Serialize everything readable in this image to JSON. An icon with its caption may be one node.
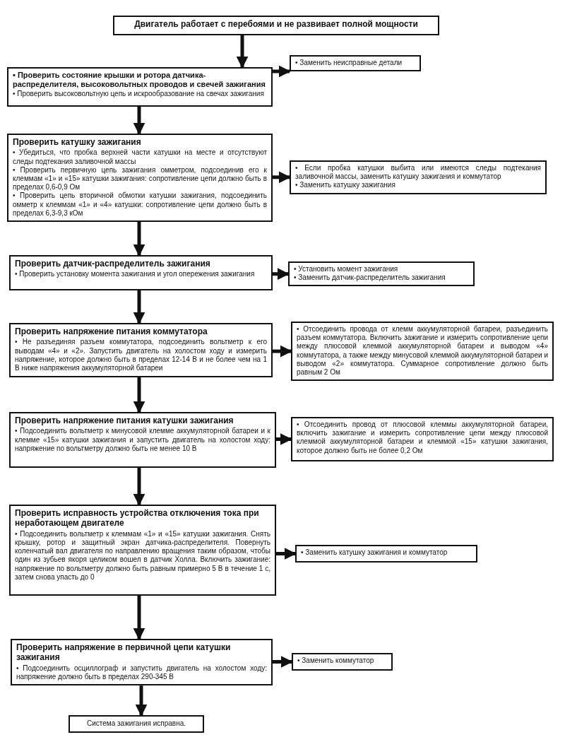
{
  "diagram": {
    "nodes": [
      {
        "text": [
          "Двигатель работает с перебоями и не развивает полной мощности"
        ]
      },
      {
        "text": [
          "• Проверить состояние крышки и ротора датчика-распределителя, высоковольтных проводов и свечей зажигания",
          "• Проверить высоковольтную цепь и искрообразование на свечах зажигания"
        ]
      },
      {
        "text": [
          "• Заменить неисправные детали"
        ]
      },
      {
        "text": [
          "Проверить катушку зажигания",
          "• Убедиться, что пробка верхней части катушки на месте и отсутствуют следы подтекания заливочной массы",
          "• Проверить первичную цепь зажигания омметром, подсоединив его к клеммам «1» и «15» катушки зажигания: сопротивление цепи должно быть в пределах 0,6-0,9 Ом",
          "• Проверить цепь вторичной обмотки катушки зажигания, подсоединить омметр к клеммам «1» и «4» катушки: сопротивление цепи должно быть в пределах 6,3-9,3 кОм"
        ]
      },
      {
        "text": [
          "• Если пробка катушки выбита или имеются следы подтекания заливочной массы, заменить катушку зажигания и коммутатор",
          "• Заменить катушку зажигания"
        ]
      },
      {
        "text": [
          "Проверить датчик-распределитель зажигания",
          "• Проверить установку момента зажигания и угол опережения зажигания"
        ]
      },
      {
        "text": [
          "• Установить момент зажигания",
          "• Заменить датчик-распределитель зажигания"
        ]
      },
      {
        "text": [
          "Проверить напряжение питания коммутатора",
          "• Не разъединяя разъем коммутатора, подсоединить вольтметр к его выводам «4» и «2». Запустить двигатель на холостом ходу и измерить напряжение, которое должно быть в пределах 12-14 В и не более чем на 1 В ниже напряжения аккумуляторной батареи"
        ]
      },
      {
        "text": [
          "• Отсоединить провода от клемм аккумуляторной батареи, разъединить разъем коммутатора. Включить зажигание и измерить сопротивление цепи между плюсовой клеммой аккумуляторной батареи и выводом «4» коммутатора, а также между минусовой клеммой аккумуляторной батареи и выводом «2» коммутатора. Суммарное сопротивление должно быть равным 2 Ом"
        ]
      },
      {
        "text": [
          "Проверить напряжение питания катушки зажигания",
          "• Подсоединить вольтметр к минусовой клемме аккумуляторной батареи и к клемме «15» катушки зажигания и запустить двигатель на холостом ходу: напряжение по вольтметру должно быть не менее 10 В"
        ]
      },
      {
        "text": [
          "• Отсоединить провод от плюсовой клеммы аккумуляторной батареи, включить зажигание и измерить сопротивление цепи между плюсовой клеммой аккумуляторной батареи и клеммой «15» катушки зажигания, которое должно быть не более 0,2 Ом"
        ]
      },
      {
        "text": [
          "Проверить исправность устройства отключения тока при неработающем двигателе",
          "• Подсоединить вольтметр к клеммам «1» и «15» катушки зажигания. Снять крышку, ротор и защитный экран датчика-распределителя. Повернуть коленчатый вал двигателя по направлению вращения таким образом, чтобы один из зубьев якоря целиком вошел в датчик Холла. Включить зажигание: напряжение по вольтметру должно быть равным примерно 5 В в течение 1 с, затем снова упасть до 0"
        ]
      },
      {
        "text": [
          "• Заменить катушку зажигания и коммутатор"
        ]
      },
      {
        "text": [
          "Проверить напряжение в первичной цепи катушки зажигания",
          "• Подсоединить осциллограф и запустить двигатель на холостом ходу: напряжение должно быть в пределах 290-345 В"
        ]
      },
      {
        "text": [
          "• Заменить коммутатор"
        ]
      },
      {
        "text": [
          "Система зажигания исправна."
        ]
      }
    ],
    "edges": [
      {
        "from": 0,
        "to": 1,
        "arrow": "to"
      },
      {
        "from": 1,
        "to": 2,
        "arrow": "to"
      },
      {
        "from": 1,
        "to": 3,
        "arrow": "to"
      },
      {
        "from": 3,
        "to": 4,
        "arrow": "to"
      },
      {
        "from": 3,
        "to": 5,
        "arrow": "to"
      },
      {
        "from": 5,
        "to": 6,
        "arrow": "to"
      },
      {
        "from": 5,
        "to": 7,
        "arrow": "to"
      },
      {
        "from": 7,
        "to": 8,
        "arrow": "to"
      },
      {
        "from": 7,
        "to": 9,
        "arrow": "to"
      },
      {
        "from": 9,
        "to": 10,
        "arrow": "to"
      },
      {
        "from": 9,
        "to": 11,
        "arrow": "to"
      },
      {
        "from": 11,
        "to": 12,
        "arrow": "to"
      },
      {
        "from": 11,
        "to": 13,
        "arrow": "to"
      },
      {
        "from": 13,
        "to": 14,
        "arrow": "to"
      },
      {
        "from": 13,
        "to": 15,
        "arrow": "to"
      }
    ]
  }
}
